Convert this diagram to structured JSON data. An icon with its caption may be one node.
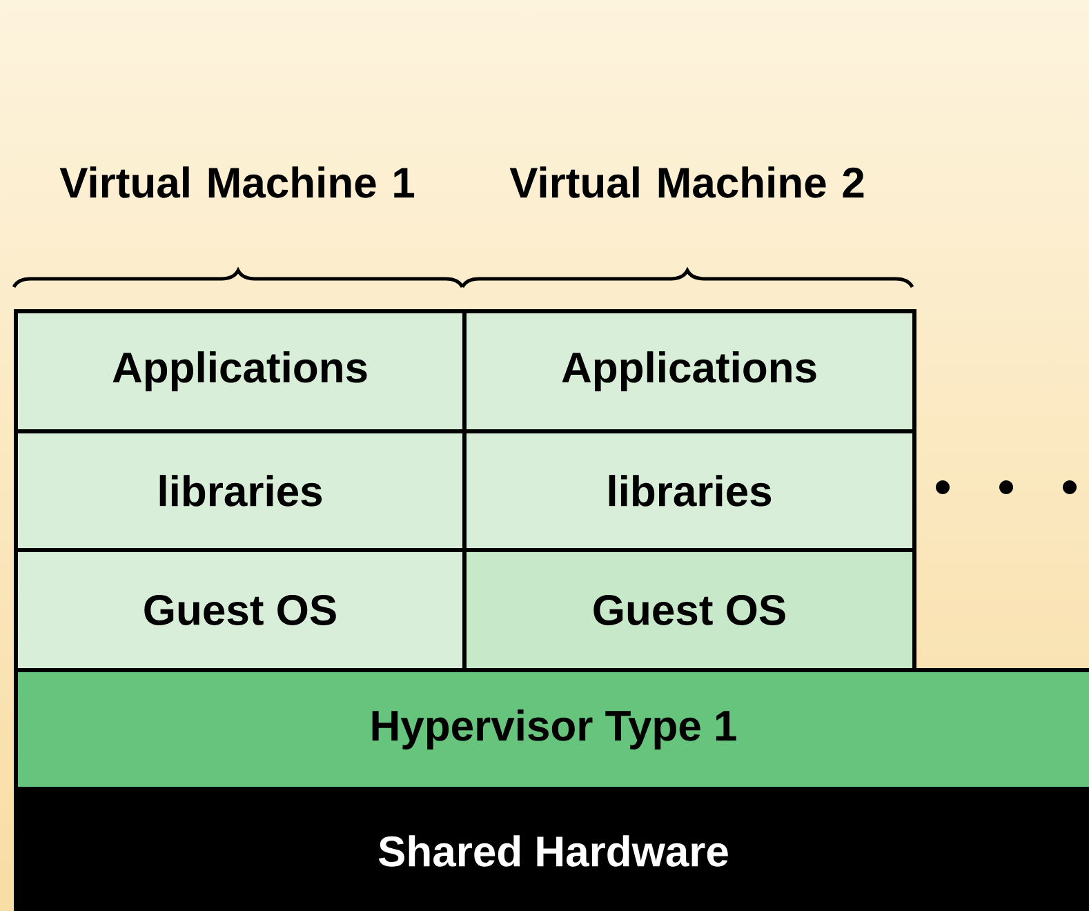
{
  "diagram": {
    "nodes": [
      {
        "text": [
          "Applications"
        ]
      },
      {
        "text": [
          "Applications"
        ]
      },
      {
        "text": [
          "libraries"
        ]
      },
      {
        "text": [
          "libraries"
        ]
      },
      {
        "text": [
          "Guest OS"
        ]
      },
      {
        "text": [
          "Guest OS"
        ]
      },
      {
        "text": [
          "Hypervisor Type 1"
        ]
      },
      {
        "text": [
          "Shared Hardware"
        ]
      }
    ],
    "labels": [
      "Virtual Machine 1",
      "Virtual Machine 2"
    ]
  }
}
